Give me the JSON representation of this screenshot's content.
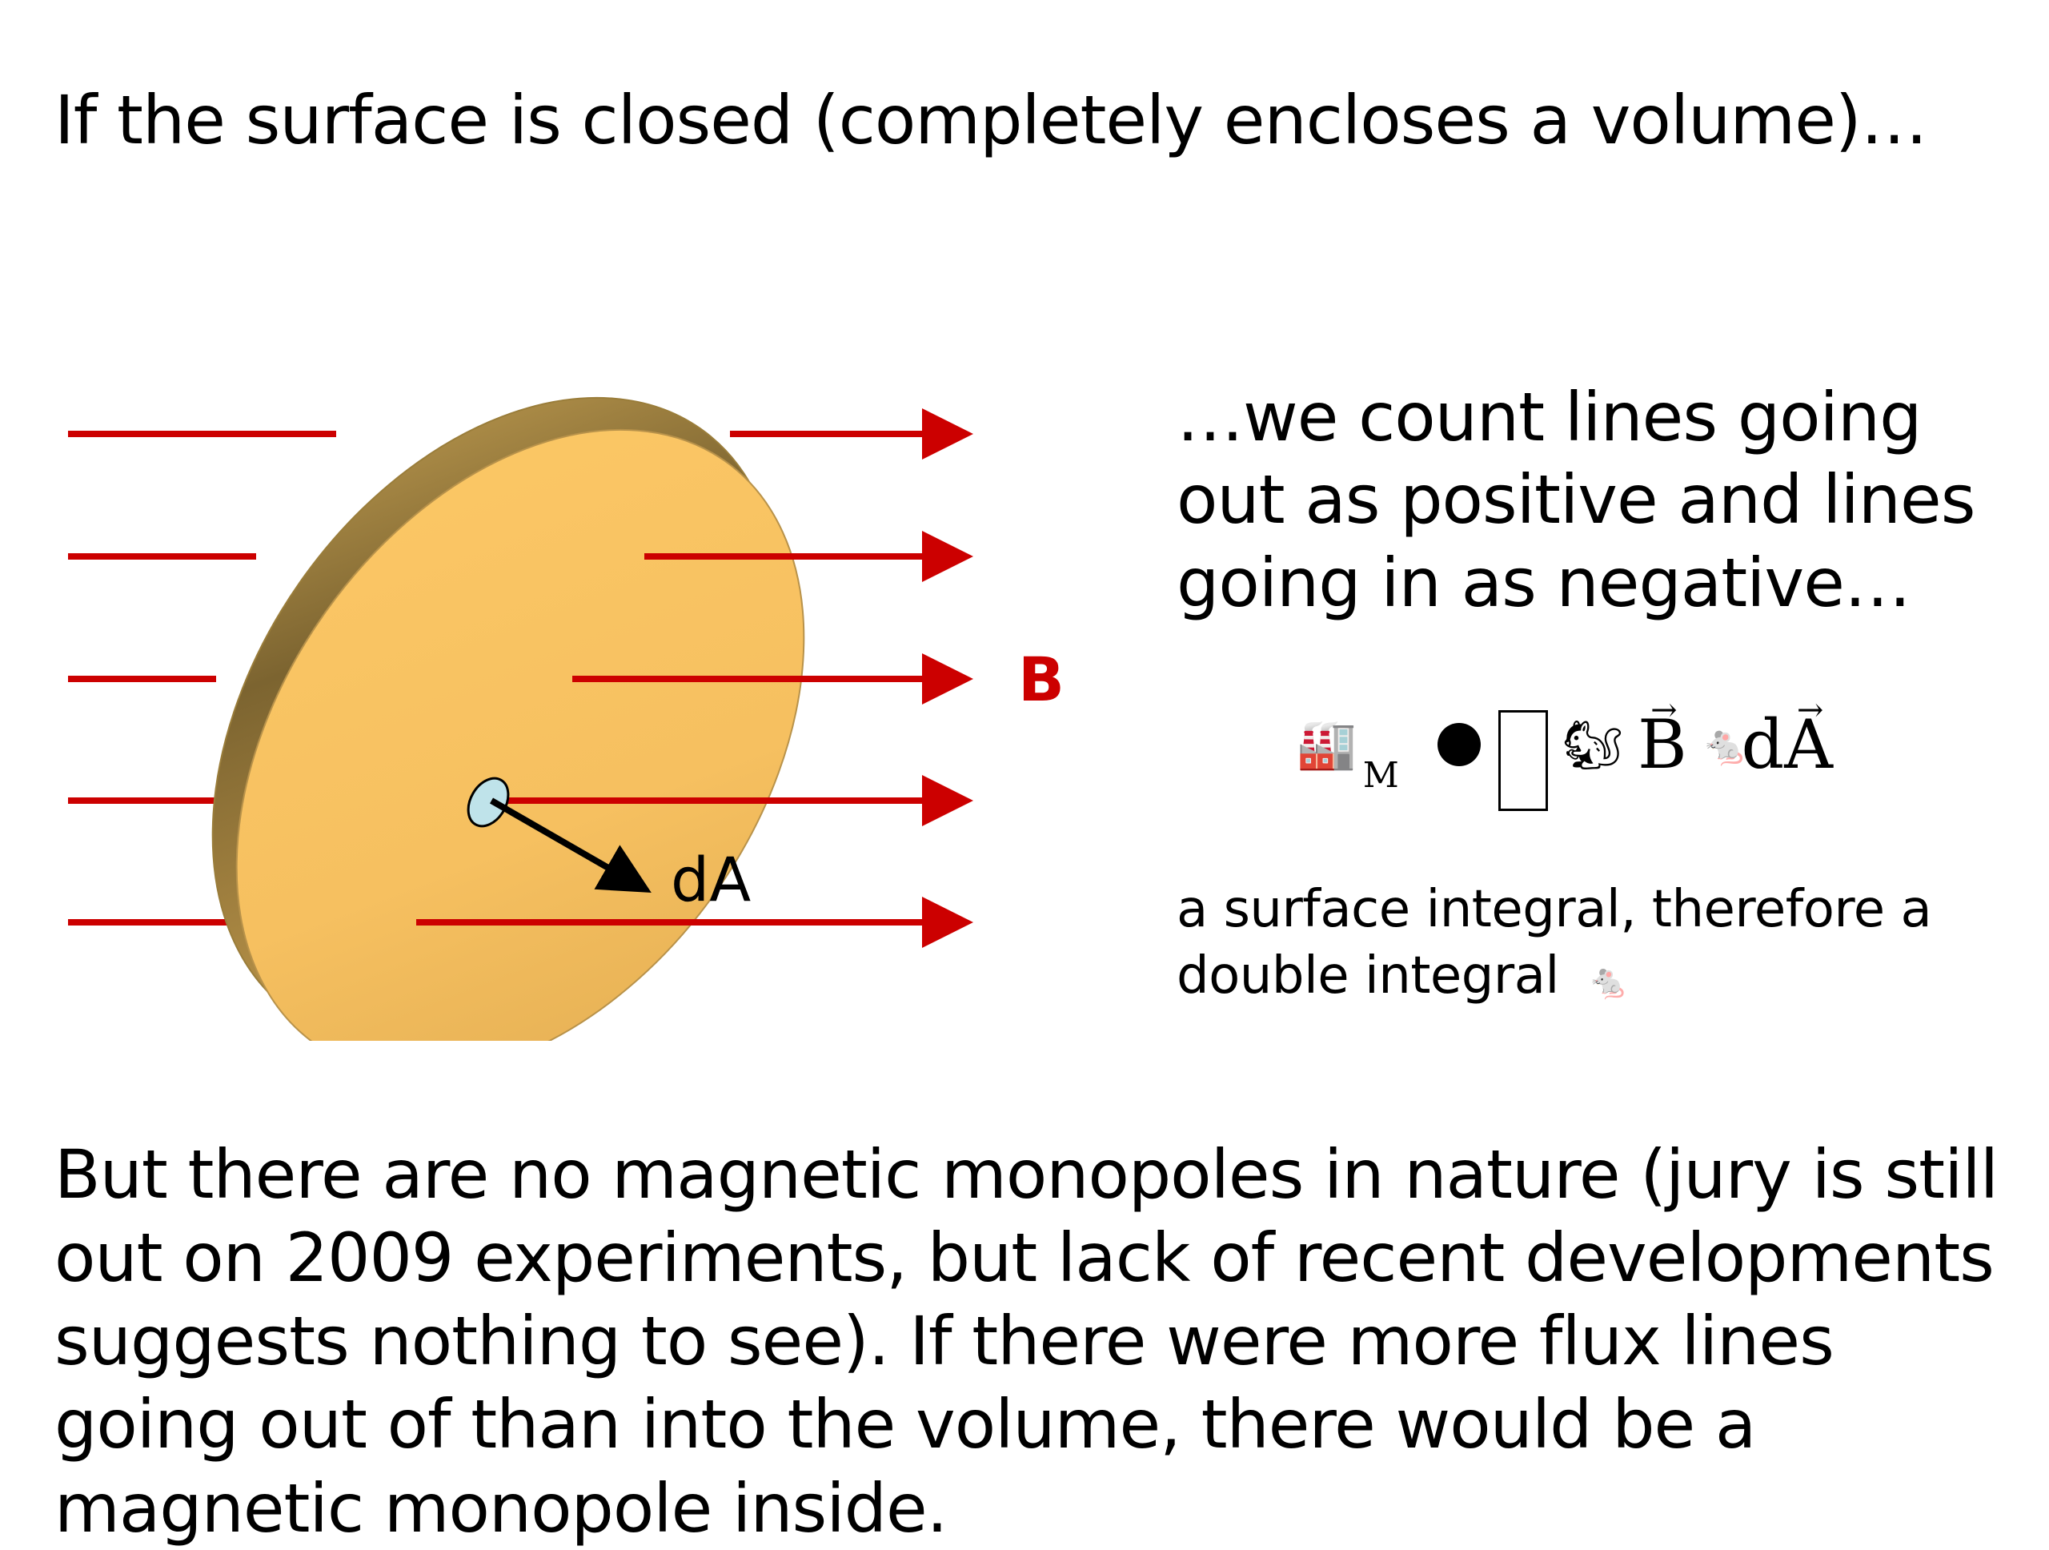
{
  "heading": "If the surface is closed (completely encloses a volume)…",
  "diagram": {
    "field_label": "B",
    "area_label": "dA",
    "colors": {
      "field_lines": "#cc0000",
      "disk_face": "#f5c262",
      "disk_rim": "#a88640",
      "patch": "#bfe3ea",
      "normal_arrow": "#000000"
    },
    "icons": [
      "closed-surface-disk",
      "field-line-arrow",
      "area-vector-arrow"
    ]
  },
  "side_text": "…we count lines going out as positive and lines going in as negative…",
  "equation": {
    "subscript": "M",
    "vector_b": "B",
    "vector_da": "dA",
    "arrow_glyph": "→"
  },
  "integral_text": {
    "line1": "a surface integral, therefore a",
    "line2": "double integral"
  },
  "bottom_text": "But there are no magnetic monopoles in nature (jury is still out on 2009 experiments, but lack of recent developments suggests nothing to see). If there were more flux lines going out of than into the volume, there would be a magnetic monopole inside."
}
